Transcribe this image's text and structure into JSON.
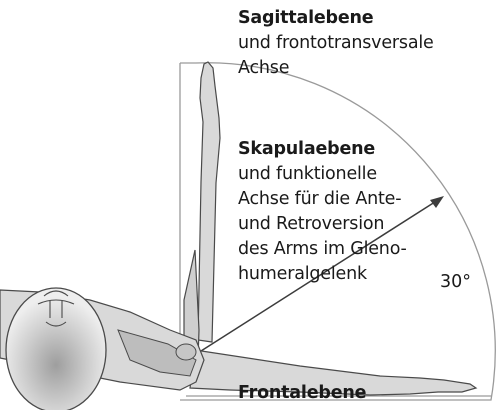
{
  "labels": {
    "sagittal": {
      "title": "Sagittalebene",
      "lines": [
        "und frontotransversale",
        "Achse"
      ]
    },
    "scapular": {
      "title": "Skapulaebene",
      "lines": [
        "und funktionelle",
        "Achse für die Ante-",
        "und Retroversion",
        "des Arms im Gleno-",
        "humeralgelenk"
      ]
    },
    "frontal": {
      "title": "Frontalebene"
    }
  },
  "angle_label": "30°",
  "colors": {
    "outline": "#4a4a4a",
    "skin": "#d9d9d9",
    "skin_dark": "#bdbdbd",
    "plane_line": "#9a9a9a",
    "axis_arrow": "#3c3c3c"
  }
}
